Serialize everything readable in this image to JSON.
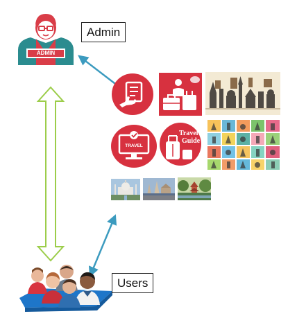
{
  "labels": {
    "admin": "Admin",
    "users": "Users",
    "admin_badge": "ADMIN",
    "travel_text": "TRAVEL",
    "guide_line1": "Travel",
    "guide_line2": "Guide"
  },
  "colors": {
    "admin_red": "#d93d48",
    "admin_teal": "#2b8c8f",
    "icon_red": "#d7313f",
    "arrow_blue": "#3c9bbf",
    "arrow_green": "#9ccd4a",
    "users_platform": "#1e76c9"
  }
}
